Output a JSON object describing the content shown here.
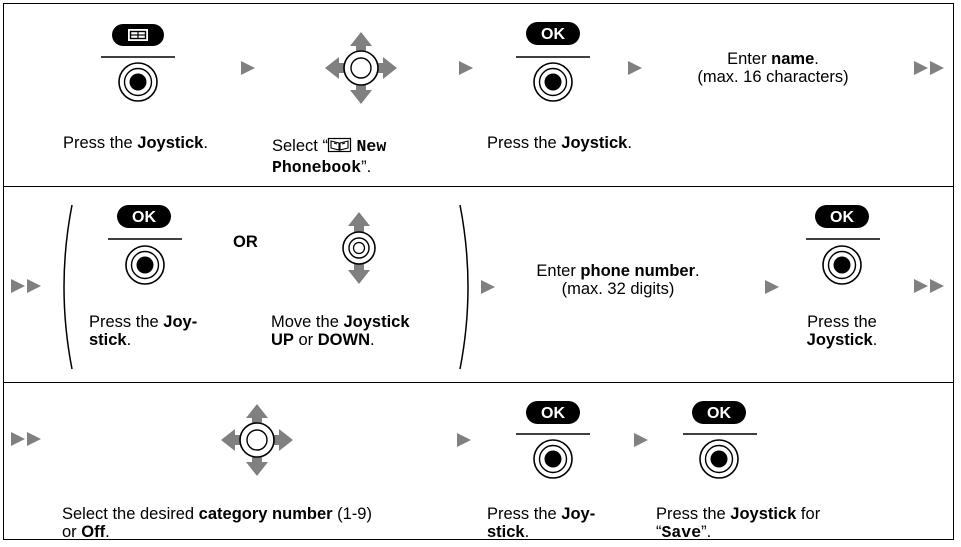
{
  "colors": {
    "ink": "#000000",
    "background": "#ffffff",
    "arrow_gray": "#808080",
    "cross_gray": "#a0a0a0"
  },
  "icons": {
    "menu_key": "menu-key-icon",
    "ok_key": "ok-key-icon",
    "joystick": "joystick-icon",
    "joystick_4way": "joystick-4way-icon",
    "joystick_updown": "joystick-updown-icon",
    "next_arrow": "next-arrow-icon",
    "continue_arrow": "continue-arrow-icon",
    "phonebook": "phonebook-icon"
  },
  "ok_label": "OK",
  "or_label": "OR",
  "step1": {
    "press": "Press the ",
    "joystick": "Joystick",
    "period": ".",
    "select_open": "Select “",
    "new_phonebook_1": "New",
    "new_phonebook_2": "Phonebook",
    "select_close": "”.",
    "enter": "Enter ",
    "name": "name",
    "name_max": "(max. 16 characters)"
  },
  "step2": {
    "press_joy_1": "Press the ",
    "joy_1": "Joy-",
    "joy_2": "stick",
    "move_1": "Move the ",
    "move_joystick": "Joystick",
    "up": "UP",
    "or_word": " or ",
    "down": "DOWN",
    "enter": "Enter ",
    "phone_number": "phone number",
    "phone_max": "(max. 32 digits)",
    "press_the": "Press the",
    "joystick": "Joystick"
  },
  "step3": {
    "select_desired": "Select the desired ",
    "category_number": "category number",
    "range": " (1-9)",
    "or_word": "or ",
    "off": "Off",
    "press_joy_1": "Press the ",
    "joy_1": "Joy-",
    "joy_2": "stick",
    "press_joystick": "Press the ",
    "joystick": "Joystick",
    "for": " for",
    "save_open": "“",
    "save": "Save",
    "save_close": "”."
  }
}
